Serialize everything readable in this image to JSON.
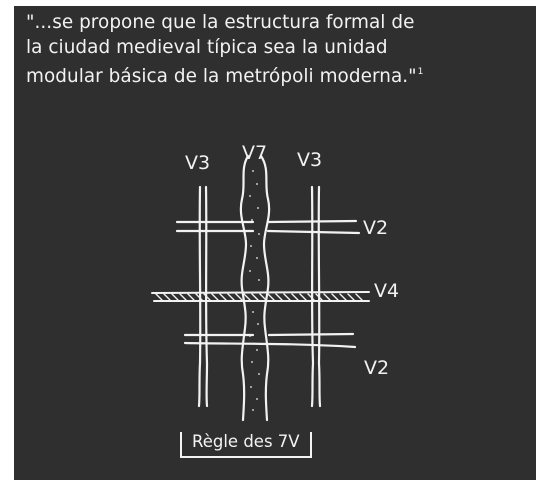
{
  "quote": {
    "line1": "\"...se propone que la estructura formal de",
    "line2": "la ciudad medieval típica sea la unidad",
    "line3": "modular básica de la metrópoli moderna.\"",
    "footnote": "1"
  },
  "sketch": {
    "top_labels": [
      "V3",
      "V7",
      "V3"
    ],
    "right_labels": [
      "V2",
      "V4",
      "V2"
    ]
  },
  "caption": "Règle des 7V",
  "colors": {
    "background": "#2f2f2f",
    "ink": "#f2f2f2"
  }
}
